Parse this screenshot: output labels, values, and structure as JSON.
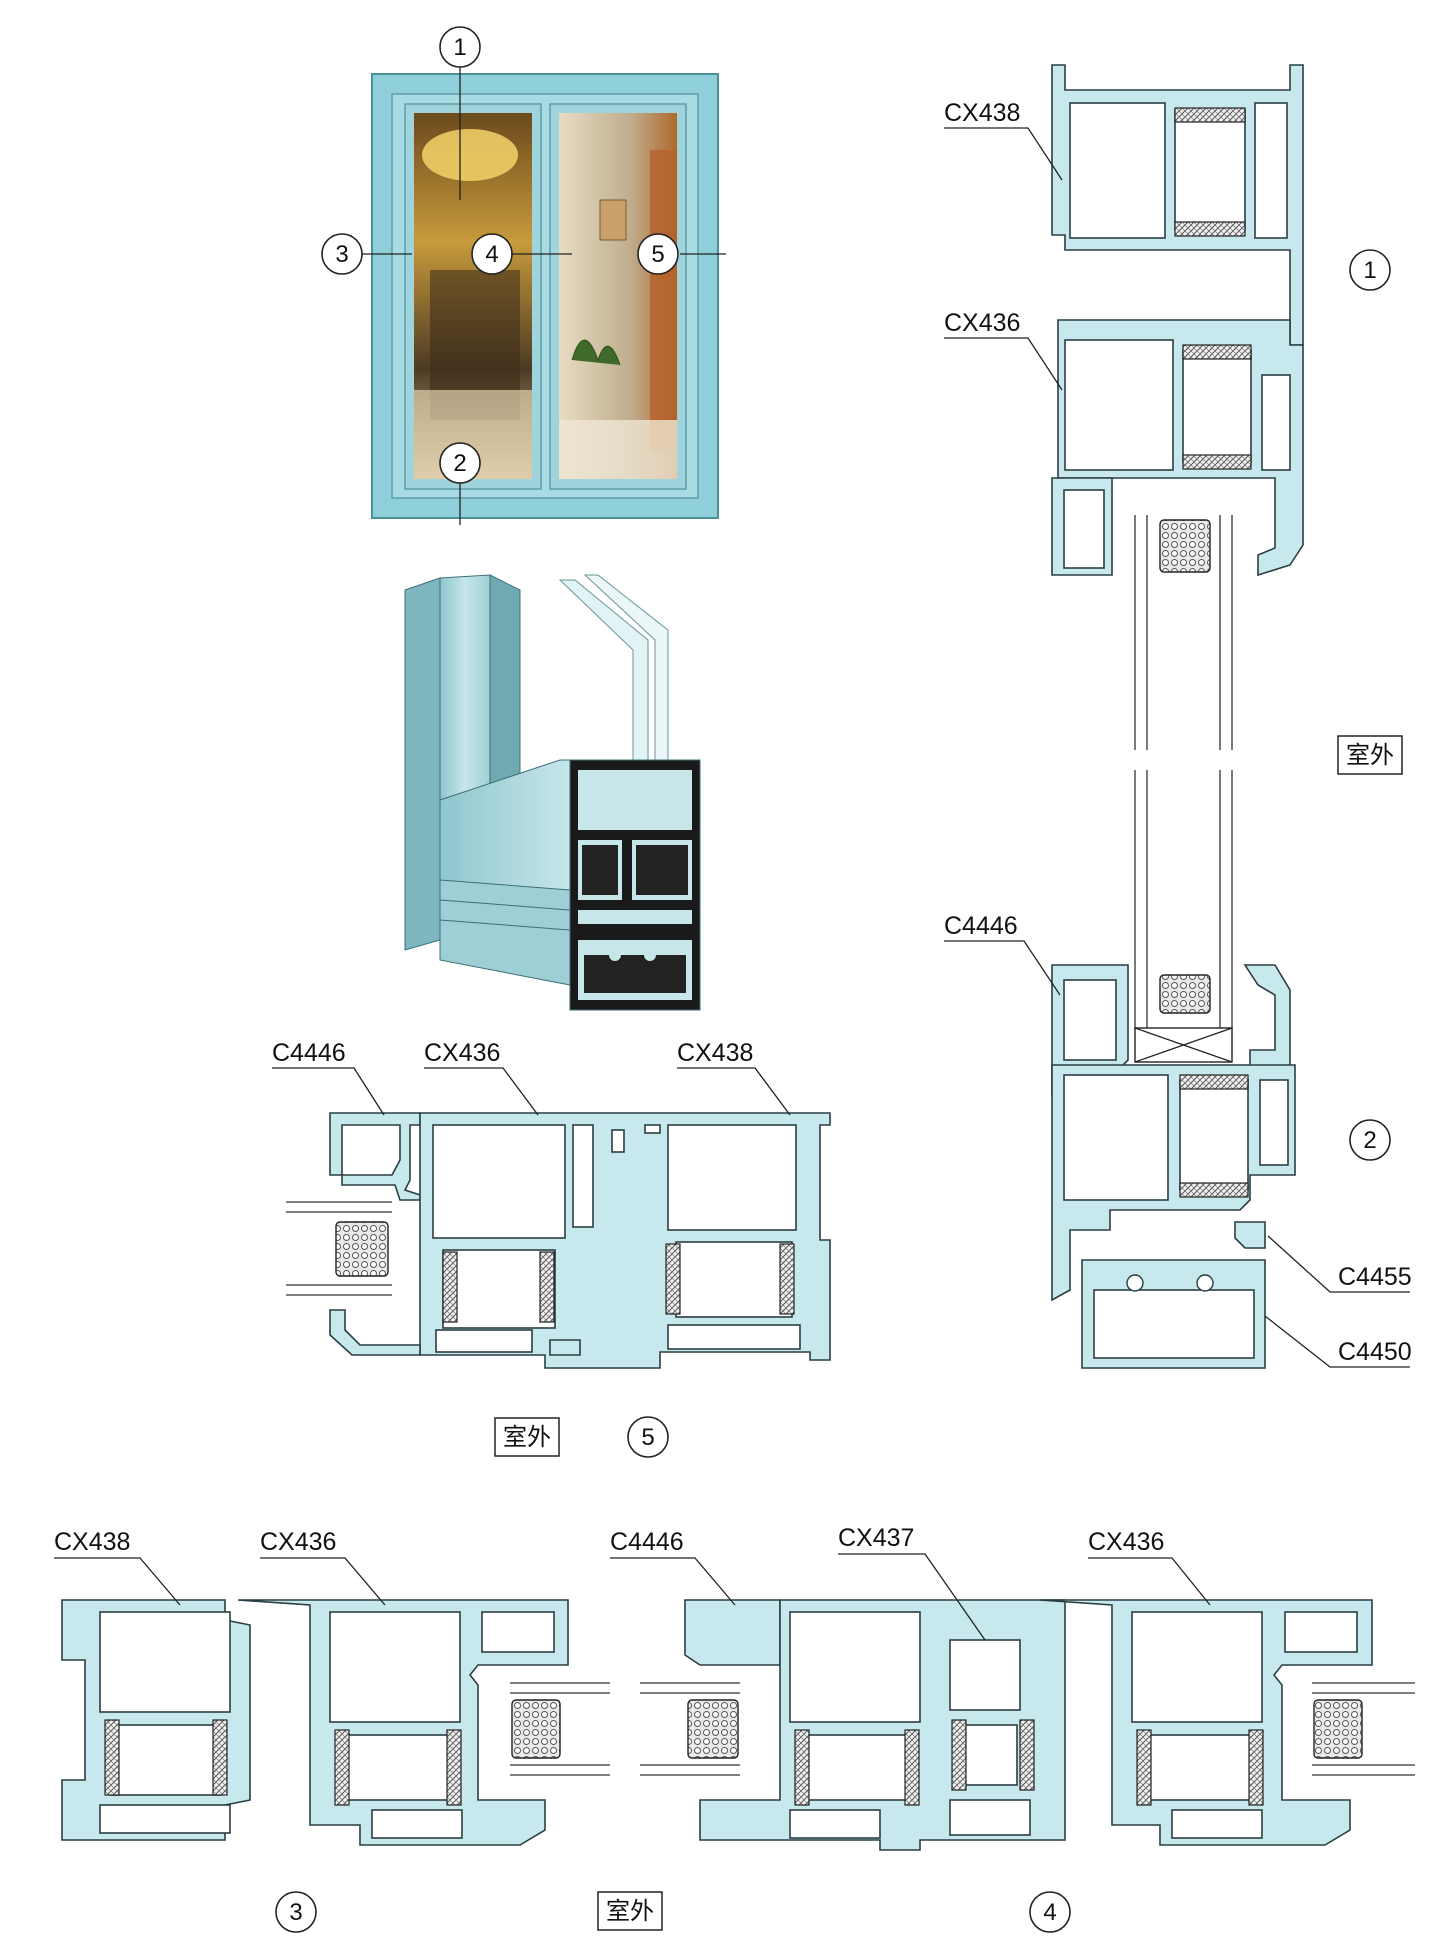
{
  "labels": {
    "cx438": "CX438",
    "cx436": "CX436",
    "c4446": "C4446",
    "cx437": "CX437",
    "c4455": "C4455",
    "c4450": "C4450"
  },
  "markers": [
    "1",
    "2",
    "3",
    "4",
    "5"
  ],
  "outdoor": "室外",
  "colors": {
    "profile": "#c7e9ee",
    "outline": "#2a3e44",
    "window_frame": "#8ecfd9",
    "isometric": "#b7dde3"
  }
}
